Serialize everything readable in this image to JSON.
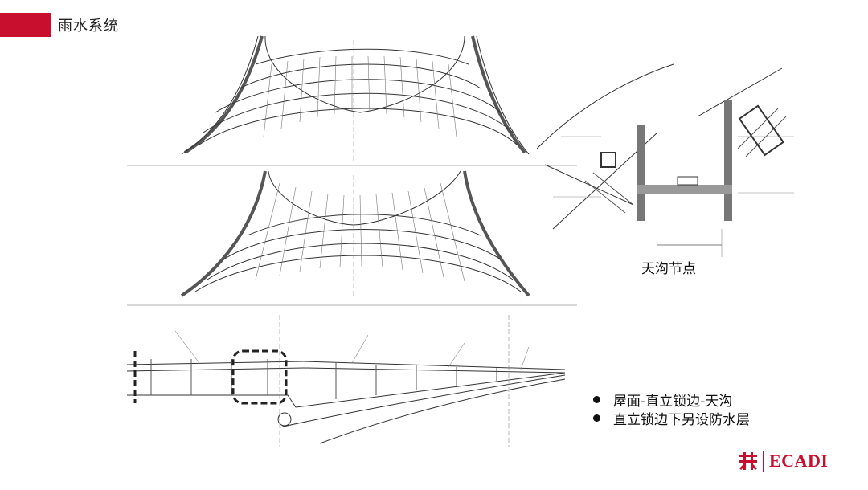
{
  "header": {
    "title": "雨水系统",
    "accent_color": "#c8102e"
  },
  "detail": {
    "caption": "天沟节点"
  },
  "bullets": [
    "屋面-直立锁边-天沟",
    "直立锁边下另设防水层"
  ],
  "logo": {
    "text": "ECADI",
    "icon": "ecadi-emblem-icon"
  }
}
